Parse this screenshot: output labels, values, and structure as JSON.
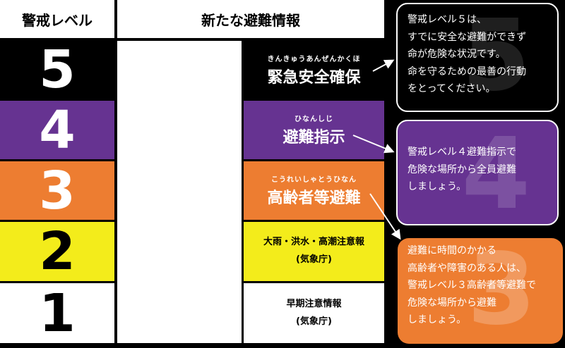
{
  "header": {
    "level": "警戒レベル",
    "info": "新たな避難情報"
  },
  "levels": [
    {
      "num": "5",
      "ruby": "きんきゅうあんぜんかくほ",
      "info": "緊急安全確保",
      "info_sub": ""
    },
    {
      "num": "4",
      "ruby": "ひなんしじ",
      "info": "避難指示",
      "info_sub": ""
    },
    {
      "num": "3",
      "ruby": "こうれいしゃとうひなん",
      "info": "高齢者等避難",
      "info_sub": ""
    },
    {
      "num": "2",
      "ruby": "",
      "info": "大雨・洪水・高潮注意報",
      "info_sub": "(気象庁)"
    },
    {
      "num": "1",
      "ruby": "",
      "info": "早期注意情報",
      "info_sub": "(気象庁)"
    }
  ],
  "bubbles": {
    "level5": {
      "watermark": "5",
      "lines": [
        "警戒レベル５は、",
        "すでに安全な避難ができず",
        "命が危険な状況です。",
        "命を守るための最善の行動",
        "をとってください。"
      ]
    },
    "level4": {
      "watermark": "4",
      "lines": [
        "警戒レベル４避難指示で",
        "危険な場所から全員避難",
        "しましょう。"
      ]
    },
    "level3": {
      "watermark": "3",
      "lines": [
        "避難に時間のかかる",
        "高齢者や障害のある人は、",
        "警戒レベル３高齢者等避難で",
        "危険な場所から避難",
        "しましょう。"
      ]
    }
  },
  "colors": {
    "level5": "#000000",
    "level4": "#663391",
    "level3": "#ed7d31",
    "level2": "#f3ec1b",
    "level1": "#ffffff"
  }
}
